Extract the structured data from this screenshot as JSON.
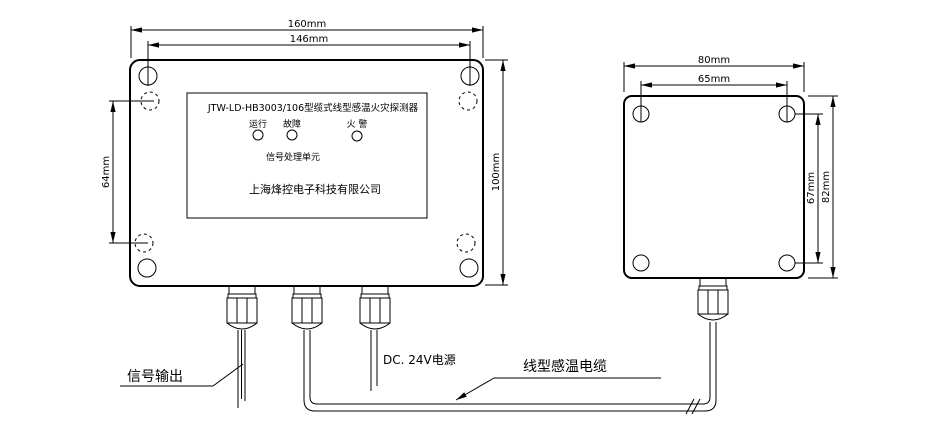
{
  "page": {
    "background": "#ffffff",
    "line_color": "#000000"
  },
  "left_view": {
    "title": "JTW-LD-HB3003/106型缆式线型感温火灾探测器",
    "indicators": [
      {
        "label": "运行"
      },
      {
        "label": "故障"
      },
      {
        "label": "火 警"
      }
    ],
    "unit_label": "信号处理单元",
    "company": "上海烽控电子科技有限公司",
    "dimensions": {
      "outer_width": "160mm",
      "hole_spacing_width": "146mm",
      "hole_spacing_height": "64mm",
      "outer_height": "100mm"
    }
  },
  "right_view": {
    "dimensions": {
      "outer_width": "80mm",
      "hole_spacing_width": "65mm",
      "hole_spacing_height": "67mm",
      "outer_height": "82mm"
    }
  },
  "callouts": {
    "signal_output": "信号输出",
    "power_supply": "DC. 24V电源",
    "sensing_cable": "线型感温电缆"
  }
}
